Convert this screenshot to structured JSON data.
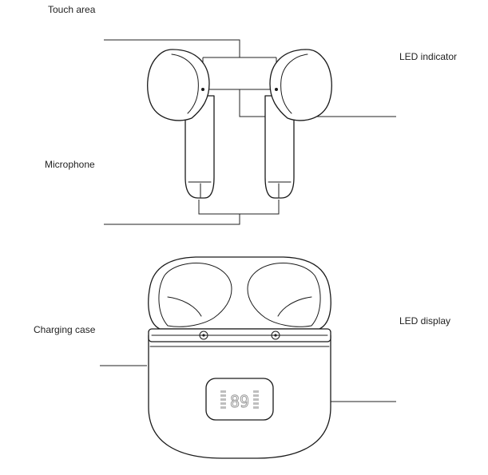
{
  "labels": {
    "touch_area": "Touch area",
    "led_indicator": "LED indicator",
    "microphone": "Microphone",
    "charging_case": "Charging case",
    "led_display": "LED display"
  },
  "display": {
    "digits": "89"
  }
}
